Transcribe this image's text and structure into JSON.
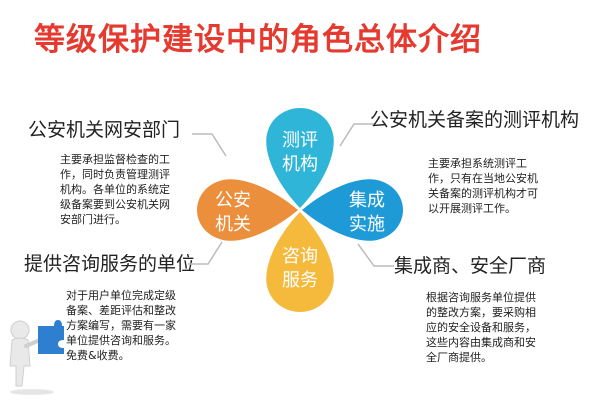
{
  "title": "等级保护建设中的角色总体介绍",
  "roles": {
    "top_left": {
      "heading": "公安机关网安部门",
      "body": "主要承担监督检查的工作，同时负责管理测评机构。各单位的系统定级备案要到公安机关网安部门进行。",
      "body_lines": [
        "主要承担监督检查的工",
        "作，同时负责管理测评",
        "机构。各单位的系统定",
        "级备案要到公安机关网",
        "安部门进行。"
      ]
    },
    "top_right": {
      "heading": "公安机关备案的测评机构",
      "body": "主要承担系统测评工作，只有在当地公安机关备案的测评机构才可以开展测评工作。",
      "body_lines": [
        "主要承担系统测评工",
        "作，只有在当地公安机",
        "关备案的测评机构才可",
        "以开展测评工作。"
      ]
    },
    "bottom_left": {
      "heading": "提供咨询服务的单位",
      "body": "对于用户单位完成定级备案、差距评估和整改方案编写，需要有一家单位提供咨询和服务。免费&收费。",
      "body_lines": [
        "对于用户单位完成定级",
        "备案、差距评估和整改",
        "方案编写，需要有一家",
        "单位提供咨询和服务。",
        "免费&收费。"
      ]
    },
    "bottom_right": {
      "heading": "集成商、安全厂商",
      "body": "根据咨询服务单位提供的整改方案，要采购相应的安全设备和服务，这些内容由集成商和安全厂商提供。",
      "body_lines": [
        "根据咨询服务单位提供",
        "的整改方案，要采购相",
        "应的安全设备和服务，",
        "这些内容由集成商和安",
        "全厂商提供。"
      ]
    }
  },
  "petals": {
    "top": {
      "line1": "测评",
      "line2": "机构",
      "color": "#2fb5d8"
    },
    "left": {
      "line1": "公安",
      "line2": "机关",
      "color": "#ec8f3c"
    },
    "right": {
      "line1": "集成",
      "line2": "实施",
      "color": "#1e9bd7"
    },
    "bottom": {
      "line1": "咨询",
      "line2": "服务",
      "color": "#f5b93c"
    }
  },
  "colors": {
    "title": "#e53a2f",
    "bracket": "#bbbbbb"
  }
}
